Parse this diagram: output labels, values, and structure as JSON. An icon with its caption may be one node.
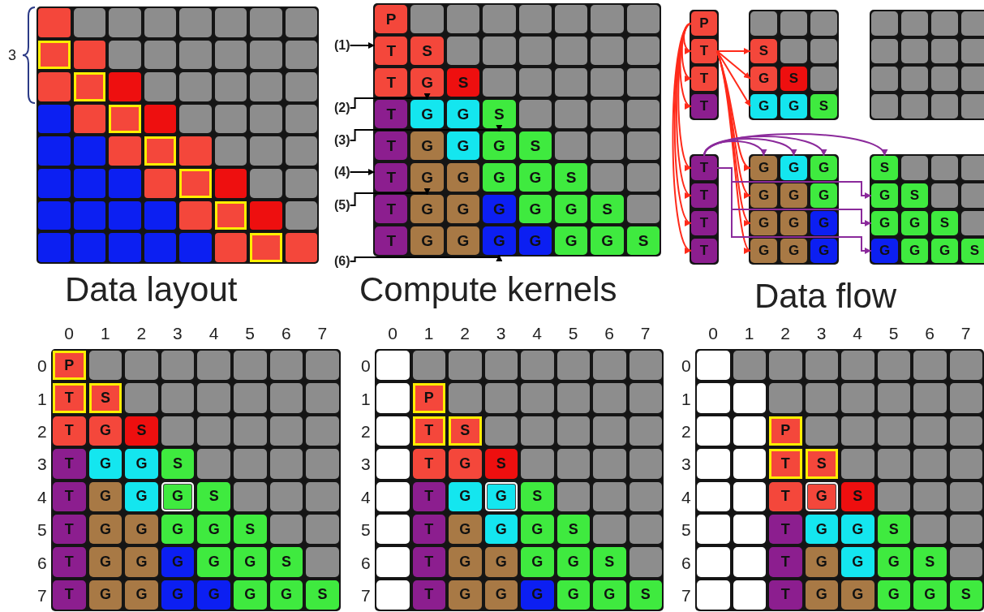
{
  "diagram": {
    "nodes": [
      {
        "text": [
          "P"
        ]
      },
      {
        "text": [
          "T"
        ]
      },
      {
        "text": [
          "S"
        ]
      },
      {
        "text": [
          "T"
        ]
      },
      {
        "text": [
          "G"
        ]
      },
      {
        "text": [
          "S"
        ]
      },
      {
        "text": [
          "T"
        ]
      },
      {
        "text": [
          "G"
        ]
      },
      {
        "text": [
          "G"
        ]
      },
      {
        "text": [
          "S"
        ]
      },
      {
        "text": [
          "T"
        ]
      },
      {
        "text": [
          "G"
        ]
      },
      {
        "text": [
          "G"
        ]
      },
      {
        "text": [
          "G"
        ]
      },
      {
        "text": [
          "S"
        ]
      },
      {
        "text": [
          "T"
        ]
      },
      {
        "text": [
          "G"
        ]
      },
      {
        "text": [
          "G"
        ]
      },
      {
        "text": [
          "G"
        ]
      },
      {
        "text": [
          "G"
        ]
      },
      {
        "text": [
          "S"
        ]
      },
      {
        "text": [
          "T"
        ]
      },
      {
        "text": [
          "G"
        ]
      },
      {
        "text": [
          "G"
        ]
      },
      {
        "text": [
          "G"
        ]
      },
      {
        "text": [
          "G"
        ]
      },
      {
        "text": [
          "G"
        ]
      },
      {
        "text": [
          "S"
        ]
      },
      {
        "text": [
          "T"
        ]
      },
      {
        "text": [
          "G"
        ]
      },
      {
        "text": [
          "G"
        ]
      },
      {
        "text": [
          "G"
        ]
      },
      {
        "text": [
          "G"
        ]
      },
      {
        "text": [
          "G"
        ]
      },
      {
        "text": [
          "G"
        ]
      },
      {
        "text": [
          "S"
        ]
      },
      {
        "text": [
          "(1)"
        ]
      },
      {
        "text": [
          "(2)"
        ]
      },
      {
        "text": [
          "(3)"
        ]
      },
      {
        "text": [
          "(4)"
        ]
      },
      {
        "text": [
          "(5)"
        ]
      },
      {
        "text": [
          "(6)"
        ]
      },
      {
        "text": [
          "P"
        ]
      },
      {
        "text": [
          "T"
        ]
      },
      {
        "text": [
          "T"
        ]
      },
      {
        "text": [
          "T"
        ]
      },
      {
        "text": [
          "S"
        ]
      },
      {
        "text": [
          "G"
        ]
      },
      {
        "text": [
          "S"
        ]
      },
      {
        "text": [
          "G"
        ]
      },
      {
        "text": [
          "G"
        ]
      },
      {
        "text": [
          "S"
        ]
      },
      {
        "text": [
          "T"
        ]
      },
      {
        "text": [
          "T"
        ]
      },
      {
        "text": [
          "T"
        ]
      },
      {
        "text": [
          "T"
        ]
      },
      {
        "text": [
          "G"
        ]
      },
      {
        "text": [
          "G"
        ]
      },
      {
        "text": [
          "G"
        ]
      },
      {
        "text": [
          "G"
        ]
      },
      {
        "text": [
          "G"
        ]
      },
      {
        "text": [
          "G"
        ]
      },
      {
        "text": [
          "G"
        ]
      },
      {
        "text": [
          "G"
        ]
      },
      {
        "text": [
          "G"
        ]
      },
      {
        "text": [
          "G"
        ]
      },
      {
        "text": [
          "G"
        ]
      },
      {
        "text": [
          "G"
        ]
      },
      {
        "text": [
          "S"
        ]
      },
      {
        "text": [
          "G"
        ]
      },
      {
        "text": [
          "S"
        ]
      },
      {
        "text": [
          "G"
        ]
      },
      {
        "text": [
          "G"
        ]
      },
      {
        "text": [
          "S"
        ]
      },
      {
        "text": [
          "G"
        ]
      },
      {
        "text": [
          "G"
        ]
      },
      {
        "text": [
          "G"
        ]
      },
      {
        "text": [
          "S"
        ]
      },
      {
        "text": [
          "P"
        ]
      },
      {
        "text": [
          "T"
        ]
      },
      {
        "text": [
          "S"
        ]
      },
      {
        "text": [
          "T"
        ]
      },
      {
        "text": [
          "G"
        ]
      },
      {
        "text": [
          "S"
        ]
      },
      {
        "text": [
          "T"
        ]
      },
      {
        "text": [
          "G"
        ]
      },
      {
        "text": [
          "G"
        ]
      },
      {
        "text": [
          "S"
        ]
      },
      {
        "text": [
          "T"
        ]
      },
      {
        "text": [
          "G"
        ]
      },
      {
        "text": [
          "G"
        ]
      },
      {
        "text": [
          "G"
        ]
      },
      {
        "text": [
          "S"
        ]
      },
      {
        "text": [
          "T"
        ]
      },
      {
        "text": [
          "G"
        ]
      },
      {
        "text": [
          "G"
        ]
      },
      {
        "text": [
          "G"
        ]
      },
      {
        "text": [
          "G"
        ]
      },
      {
        "text": [
          "S"
        ]
      },
      {
        "text": [
          "T"
        ]
      },
      {
        "text": [
          "G"
        ]
      },
      {
        "text": [
          "G"
        ]
      },
      {
        "text": [
          "G"
        ]
      },
      {
        "text": [
          "G"
        ]
      },
      {
        "text": [
          "G"
        ]
      },
      {
        "text": [
          "S"
        ]
      },
      {
        "text": [
          "T"
        ]
      },
      {
        "text": [
          "G"
        ]
      },
      {
        "text": [
          "G"
        ]
      },
      {
        "text": [
          "G"
        ]
      },
      {
        "text": [
          "G"
        ]
      },
      {
        "text": [
          "G"
        ]
      },
      {
        "text": [
          "G"
        ]
      },
      {
        "text": [
          "S"
        ]
      },
      {
        "text": [
          "P"
        ]
      },
      {
        "text": [
          "T"
        ]
      },
      {
        "text": [
          "S"
        ]
      },
      {
        "text": [
          "T"
        ]
      },
      {
        "text": [
          "G"
        ]
      },
      {
        "text": [
          "S"
        ]
      },
      {
        "text": [
          "T"
        ]
      },
      {
        "text": [
          "G"
        ]
      },
      {
        "text": [
          "G"
        ]
      },
      {
        "text": [
          "S"
        ]
      },
      {
        "text": [
          "T"
        ]
      },
      {
        "text": [
          "G"
        ]
      },
      {
        "text": [
          "G"
        ]
      },
      {
        "text": [
          "G"
        ]
      },
      {
        "text": [
          "S"
        ]
      },
      {
        "text": [
          "T"
        ]
      },
      {
        "text": [
          "G"
        ]
      },
      {
        "text": [
          "G"
        ]
      },
      {
        "text": [
          "G"
        ]
      },
      {
        "text": [
          "G"
        ]
      },
      {
        "text": [
          "S"
        ]
      },
      {
        "text": [
          "T"
        ]
      },
      {
        "text": [
          "G"
        ]
      },
      {
        "text": [
          "G"
        ]
      },
      {
        "text": [
          "G"
        ]
      },
      {
        "text": [
          "G"
        ]
      },
      {
        "text": [
          "G"
        ]
      },
      {
        "text": [
          "S"
        ]
      },
      {
        "text": [
          "P"
        ]
      },
      {
        "text": [
          "T"
        ]
      },
      {
        "text": [
          "S"
        ]
      },
      {
        "text": [
          "T"
        ]
      },
      {
        "text": [
          "G"
        ]
      },
      {
        "text": [
          "S"
        ]
      },
      {
        "text": [
          "T"
        ]
      },
      {
        "text": [
          "G"
        ]
      },
      {
        "text": [
          "G"
        ]
      },
      {
        "text": [
          "S"
        ]
      },
      {
        "text": [
          "T"
        ]
      },
      {
        "text": [
          "G"
        ]
      },
      {
        "text": [
          "G"
        ]
      },
      {
        "text": [
          "G"
        ]
      },
      {
        "text": [
          "S"
        ]
      },
      {
        "text": [
          "T"
        ]
      },
      {
        "text": [
          "G"
        ]
      },
      {
        "text": [
          "G"
        ]
      },
      {
        "text": [
          "G"
        ]
      },
      {
        "text": [
          "G"
        ]
      },
      {
        "text": [
          "S"
        ]
      },
      {
        "text": [],
        "shape": "box"
      },
      {
        "text": [],
        "shape": "box"
      },
      {
        "text": [],
        "shape": "box"
      },
      {
        "text": [],
        "shape": "box"
      },
      {
        "text": [],
        "shape": "box"
      },
      {
        "text": [],
        "shape": "box"
      },
      {
        "text": [],
        "shape": "box"
      },
      {
        "text": [],
        "shape": "box"
      },
      {
        "text": [],
        "shape": "box"
      },
      {
        "text": [],
        "shape": "box"
      },
      {
        "text": [],
        "shape": "box"
      },
      {
        "text": [],
        "shape": "box"
      },
      {
        "text": [],
        "shape": "box"
      },
      {
        "text": [],
        "shape": "box"
      },
      {
        "text": [],
        "shape": "box"
      },
      {
        "text": [],
        "shape": "box"
      },
      {
        "text": [],
        "shape": "box"
      },
      {
        "text": [],
        "shape": "box"
      },
      {
        "text": [],
        "shape": "box"
      },
      {
        "text": [],
        "shape": "box"
      },
      {
        "text": [],
        "shape": "box"
      },
      {
        "text": [],
        "shape": "box"
      },
      {
        "text": [],
        "shape": "box"
      },
      {
        "text": [],
        "shape": "box"
      },
      {
        "text": [],
        "shape": "box"
      },
      {
        "text": [],
        "shape": "box"
      },
      {
        "text": [],
        "shape": "box"
      },
      {
        "text": [],
        "shape": "box"
      },
      {
        "text": [],
        "shape": "box"
      },
      {
        "text": [],
        "shape": "box"
      },
      {
        "text": [],
        "shape": "box"
      },
      {
        "text": [],
        "shape": "box"
      },
      {
        "text": [],
        "shape": "box"
      },
      {
        "text": [],
        "shape": "box"
      },
      {
        "text": [],
        "shape": "box"
      },
      {
        "text": [],
        "shape": "box"
      }
    ],
    "edges": [
      {
        "from": 42,
        "to": 43,
        "arrow": "to"
      },
      {
        "from": 42,
        "to": 44,
        "arrow": "to"
      },
      {
        "from": 42,
        "to": 45,
        "arrow": "to"
      },
      {
        "from": 42,
        "to": 52,
        "arrow": "to"
      },
      {
        "from": 42,
        "to": 53,
        "arrow": "to"
      },
      {
        "from": 42,
        "to": 54,
        "arrow": "to"
      },
      {
        "from": 42,
        "to": 55,
        "arrow": "to"
      },
      {
        "from": 43,
        "to": 46,
        "arrow": "to"
      },
      {
        "from": 43,
        "to": 47,
        "arrow": "to"
      },
      {
        "from": 43,
        "to": 49,
        "arrow": "to"
      },
      {
        "from": 43,
        "to": 56,
        "arrow": "to"
      },
      {
        "from": 43,
        "to": 59,
        "arrow": "to"
      },
      {
        "from": 43,
        "to": 62,
        "arrow": "to"
      },
      {
        "from": 43,
        "to": 65,
        "arrow": "to"
      },
      {
        "from": 52,
        "to": 56,
        "arrow": "to",
        "color": "#8b2a9b"
      },
      {
        "from": 52,
        "to": 57,
        "arrow": "to",
        "color": "#8b2a9b"
      },
      {
        "from": 52,
        "to": 58,
        "arrow": "to",
        "color": "#8b2a9b"
      },
      {
        "from": 52,
        "to": 68,
        "arrow": "to",
        "color": "#8b2a9b"
      },
      {
        "from": 52,
        "to": 69,
        "arrow": "to",
        "color": "#8b2a9b"
      },
      {
        "from": 52,
        "to": 71,
        "arrow": "to",
        "color": "#8b2a9b"
      },
      {
        "from": 52,
        "to": 74,
        "arrow": "to",
        "color": "#8b2a9b"
      },
      {
        "from": 36,
        "to": 1,
        "arrow": "to",
        "color": "#000000"
      },
      {
        "from": 37,
        "to": 7,
        "arrow": "to",
        "color": "#000000"
      },
      {
        "from": 38,
        "to": 13,
        "arrow": "to",
        "color": "#000000"
      },
      {
        "from": 39,
        "to": 15,
        "arrow": "to",
        "color": "#000000"
      },
      {
        "from": 40,
        "to": 22,
        "arrow": "to",
        "color": "#000000"
      },
      {
        "from": 41,
        "to": 31,
        "arrow": "to",
        "color": "#000000"
      }
    ],
    "labels": [
      "3",
      "Data layout",
      "Compute kernels",
      "Data flow",
      "0",
      "1",
      "2",
      "3",
      "4",
      "5",
      "6",
      "7",
      "0",
      "1",
      "2",
      "3",
      "4",
      "5",
      "6",
      "7",
      "0",
      "1",
      "2",
      "3",
      "4",
      "5",
      "6",
      "7",
      "0",
      "1",
      "2",
      "3",
      "4",
      "5",
      "6",
      "7",
      "0",
      "1",
      "2",
      "3",
      "4",
      "5",
      "6",
      "7",
      "0",
      "1",
      "2",
      "3",
      "4",
      "5",
      "6",
      "7"
    ]
  }
}
